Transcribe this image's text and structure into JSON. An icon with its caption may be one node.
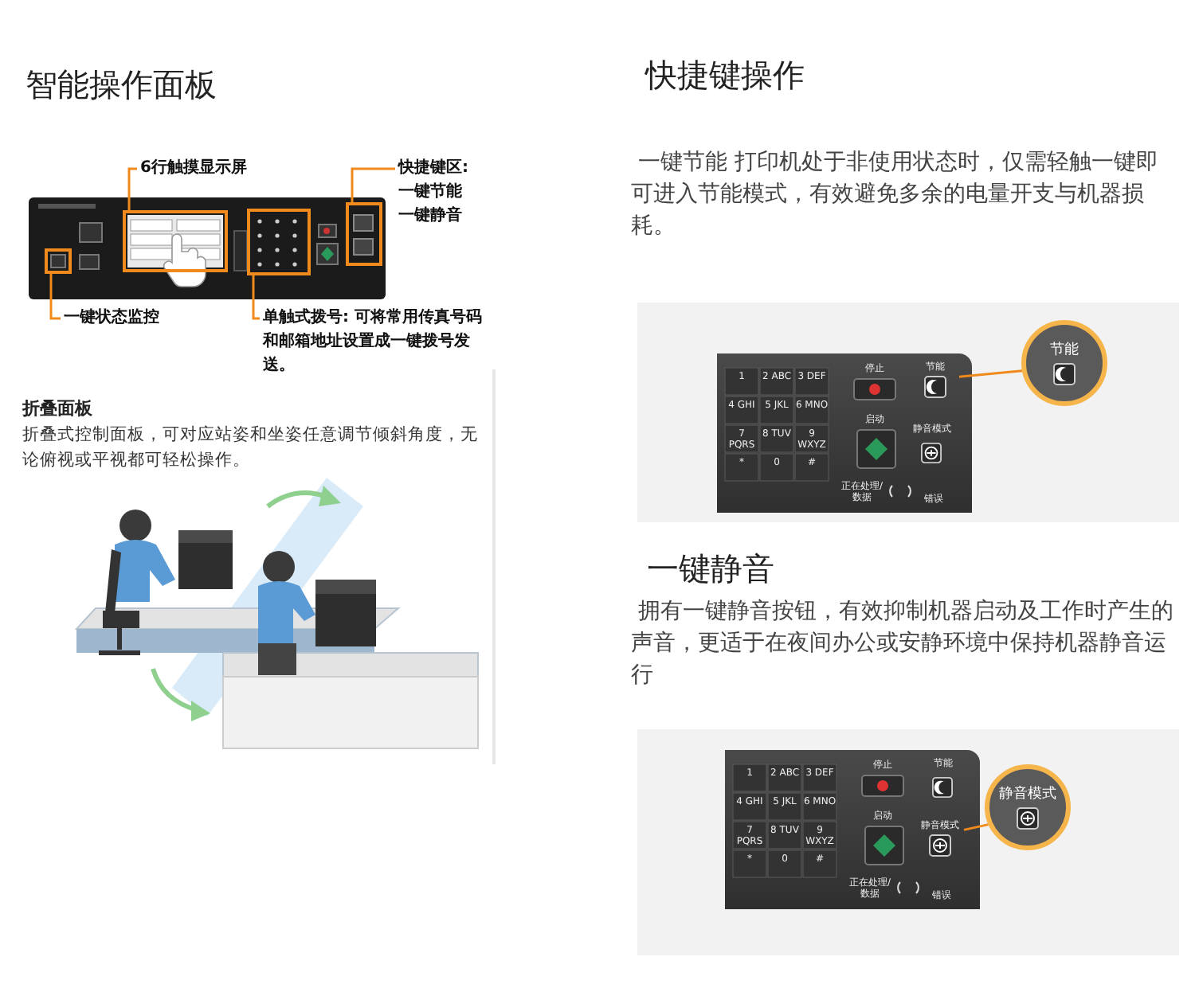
{
  "diagram": {
    "nodes": [
      {
        "text": [
          "6行触摸显示屏"
        ]
      },
      {
        "text": [
          "快捷键区:",
          "一键节能",
          "一键静音"
        ]
      },
      {
        "text": [
          "一键状态监控"
        ]
      },
      {
        "text": [
          "单触式拨号: 可将常用传真号码和邮箱地址设置成一键拨号发送。"
        ]
      },
      {
        "text": [],
        "shape": "box"
      },
      {
        "text": [],
        "shape": "box"
      },
      {
        "text": [],
        "shape": "box"
      },
      {
        "text": [],
        "shape": "box"
      },
      {
        "text": [
          "节能"
        ]
      },
      {
        "text": [
          "节能"
        ]
      },
      {
        "text": [
          "静音模式"
        ]
      },
      {
        "text": [
          "静音模式"
        ]
      }
    ],
    "edges": [
      {
        "from": 0,
        "to": 4,
        "arrow": "none"
      },
      {
        "from": 1,
        "to": 5,
        "arrow": "none"
      },
      {
        "from": 2,
        "to": 6,
        "arrow": "none"
      },
      {
        "from": 3,
        "to": 7,
        "arrow": "none"
      },
      {
        "from": 8,
        "to": 9,
        "arrow": "none"
      },
      {
        "from": 10,
        "to": 11,
        "arrow": "none"
      }
    ],
    "labels": [
      "智能操作面板",
      "快捷键操作",
      " 一键节能 打印机处于非使用状态时，仅需轻触一键即可进入节能模式，有效避免多余的电量开支与机器损耗。",
      "折叠面板",
      "折叠式控制面板，可对应站姿和坐姿任意调节倾斜角度，无论俯视或平视都可轻松操作。",
      "停止",
      "启动",
      "静音模式",
      "正在处理/数据",
      "错误",
      "1",
      "2 ABC",
      "3 DEF",
      "4 GHI",
      "5 JKL",
      "6 MNO",
      "7 PQRS",
      "8 TUV",
      "9 WXYZ",
      "*",
      "0",
      "#",
      "一键静音",
      " 拥有一键静音按钮，有效抑制机器启动及工作时产生的声音，更适于在夜间办公或安静环境中保持机器静音运行",
      "停止",
      "节能",
      "启动",
      "正在处理/数据",
      "错误",
      "1",
      "2 ABC",
      "3 DEF",
      "4 GHI",
      "5 JKL",
      "6 MNO",
      "7 PQRS",
      "8 TUV",
      "9 WXYZ",
      "*",
      "0",
      "#"
    ]
  }
}
